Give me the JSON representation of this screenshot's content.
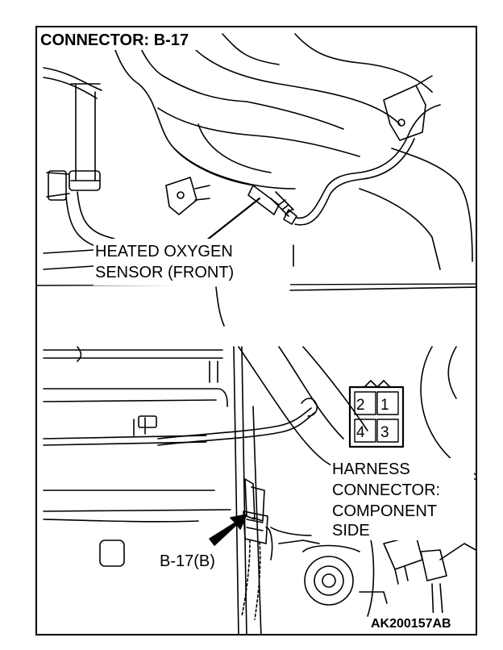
{
  "diagram": {
    "title": "CONNECTOR: B-17",
    "sensor_label_line1": "HEATED OXYGEN",
    "sensor_label_line2": "SENSOR (FRONT)",
    "harness_label_line1": "HARNESS",
    "harness_label_line2": "CONNECTOR:",
    "harness_label_line3": "COMPONENT",
    "harness_label_line4": "SIDE",
    "connector_callout": "B-17(B)",
    "reference_code": "AK200157AB",
    "connector_pins": [
      "2",
      "1",
      "4",
      "3"
    ]
  }
}
